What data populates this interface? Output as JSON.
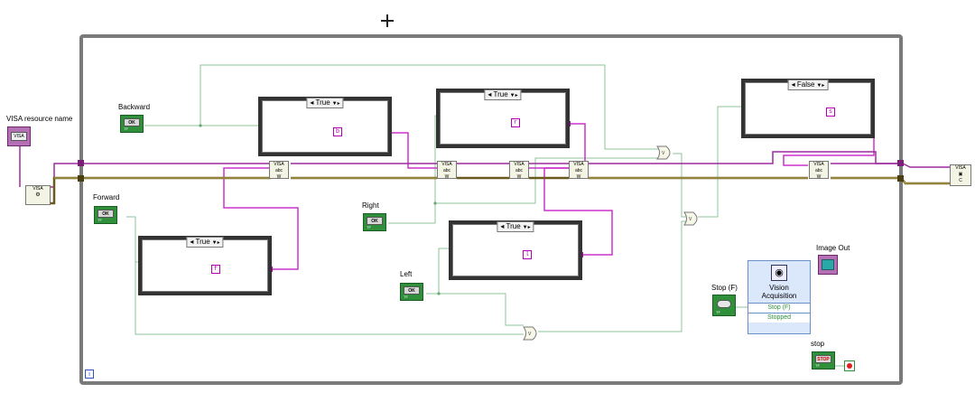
{
  "labels": {
    "visa_resource": "VISA resource name",
    "backward": "Backward",
    "forward": "Forward",
    "right": "Right",
    "left": "Left",
    "stop_f": "Stop (F)",
    "image_out": "Image Out",
    "stop": "stop"
  },
  "case_structures": [
    {
      "selector": "True",
      "constant": "b"
    },
    {
      "selector": "True",
      "constant": "f"
    },
    {
      "selector": "True",
      "constant": "r"
    },
    {
      "selector": "True",
      "constant": "l"
    },
    {
      "selector": "False",
      "constant": "s"
    }
  ],
  "vision_acquisition": {
    "title_line1": "Vision",
    "title_line2": "Acquisition",
    "row1": "Stop (F)",
    "row2": "Stopped"
  },
  "button_faces": {
    "ok": "OK",
    "stop": "STOP",
    "tf": "TF"
  },
  "visa_control_text": "VISA",
  "loop_iteration": "i",
  "colors": {
    "string_wire": "#cc33cc",
    "visa_wire": "#6b5a1e",
    "boolean_wire": "#7fb88a",
    "control_green": "#2f8f3a",
    "loop_border": "#7a7a7a",
    "vision_blue": "#dbe8fb"
  }
}
